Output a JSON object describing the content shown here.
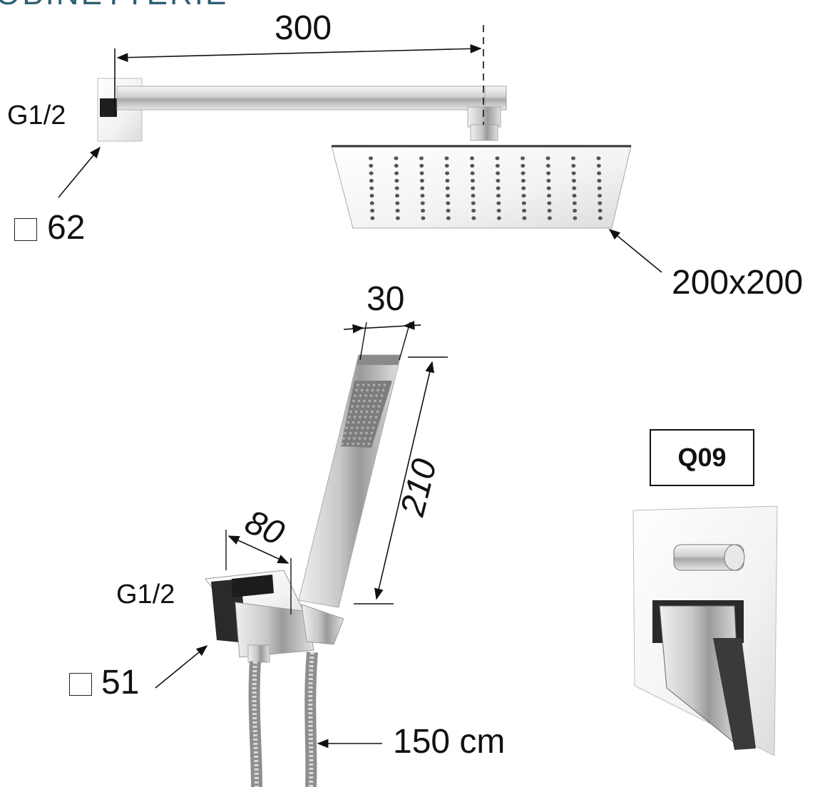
{
  "brand": "OBINETTERIE",
  "model_code": "Q09",
  "dimensions": {
    "arm_length": "300",
    "wall_thread_top": "G1/2",
    "wall_flange_top": "62",
    "head_size": "200x200",
    "hand_width": "30",
    "hand_length": "210",
    "holder_depth": "80",
    "wall_thread_bottom": "G1/2",
    "holder_flange": "51",
    "hose_length": "150 cm"
  }
}
